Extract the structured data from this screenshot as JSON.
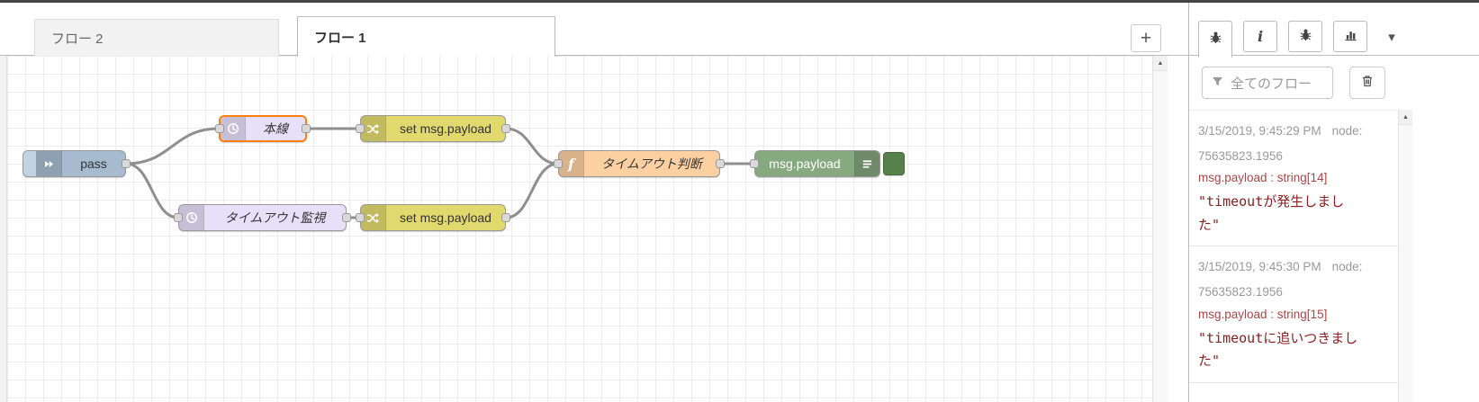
{
  "workspace": {
    "tabs": [
      {
        "label": "フロー 2"
      },
      {
        "label": "フロー 1"
      }
    ],
    "add_button_label": "+"
  },
  "canvas": {
    "nodes": {
      "pass": {
        "label": "pass"
      },
      "main_line": {
        "label": "本線"
      },
      "set_payload_top": {
        "label": "set msg.payload"
      },
      "timeout_watch": {
        "label": "タイムアウト監視"
      },
      "set_payload_bottom": {
        "label": "set msg.payload"
      },
      "timeout_judge": {
        "label": "タイムアウト判断"
      },
      "debug_payload": {
        "label": "msg.payload"
      }
    }
  },
  "sidebar": {
    "filter_button_label": "全てのフロー",
    "messages": [
      {
        "timestamp": "3/15/2019, 9:45:29 PM",
        "node_id": "node: 75635823.1956",
        "property": "msg.payload : string[14]",
        "value": "\"timeoutが発生しました\""
      },
      {
        "timestamp": "3/15/2019, 9:45:30 PM",
        "node_id": "node: 75635823.1956",
        "property": "msg.payload : string[15]",
        "value": "\"timeoutに追いつきました\""
      }
    ]
  },
  "icons": {
    "function_glyph": "f",
    "info_glyph": "i",
    "caret_down": "▾",
    "scroll_up": "▲"
  },
  "colors": {
    "inject_node": "#a6bbcf",
    "delay_node": "#e6e0f8",
    "change_node": "#e2d96e",
    "function_node": "#fdd0a2",
    "debug_node": "#87a980",
    "selected_border": "#ff7f0e",
    "wire": "#8f8f8f",
    "debug_string_red": "#8a2020"
  }
}
